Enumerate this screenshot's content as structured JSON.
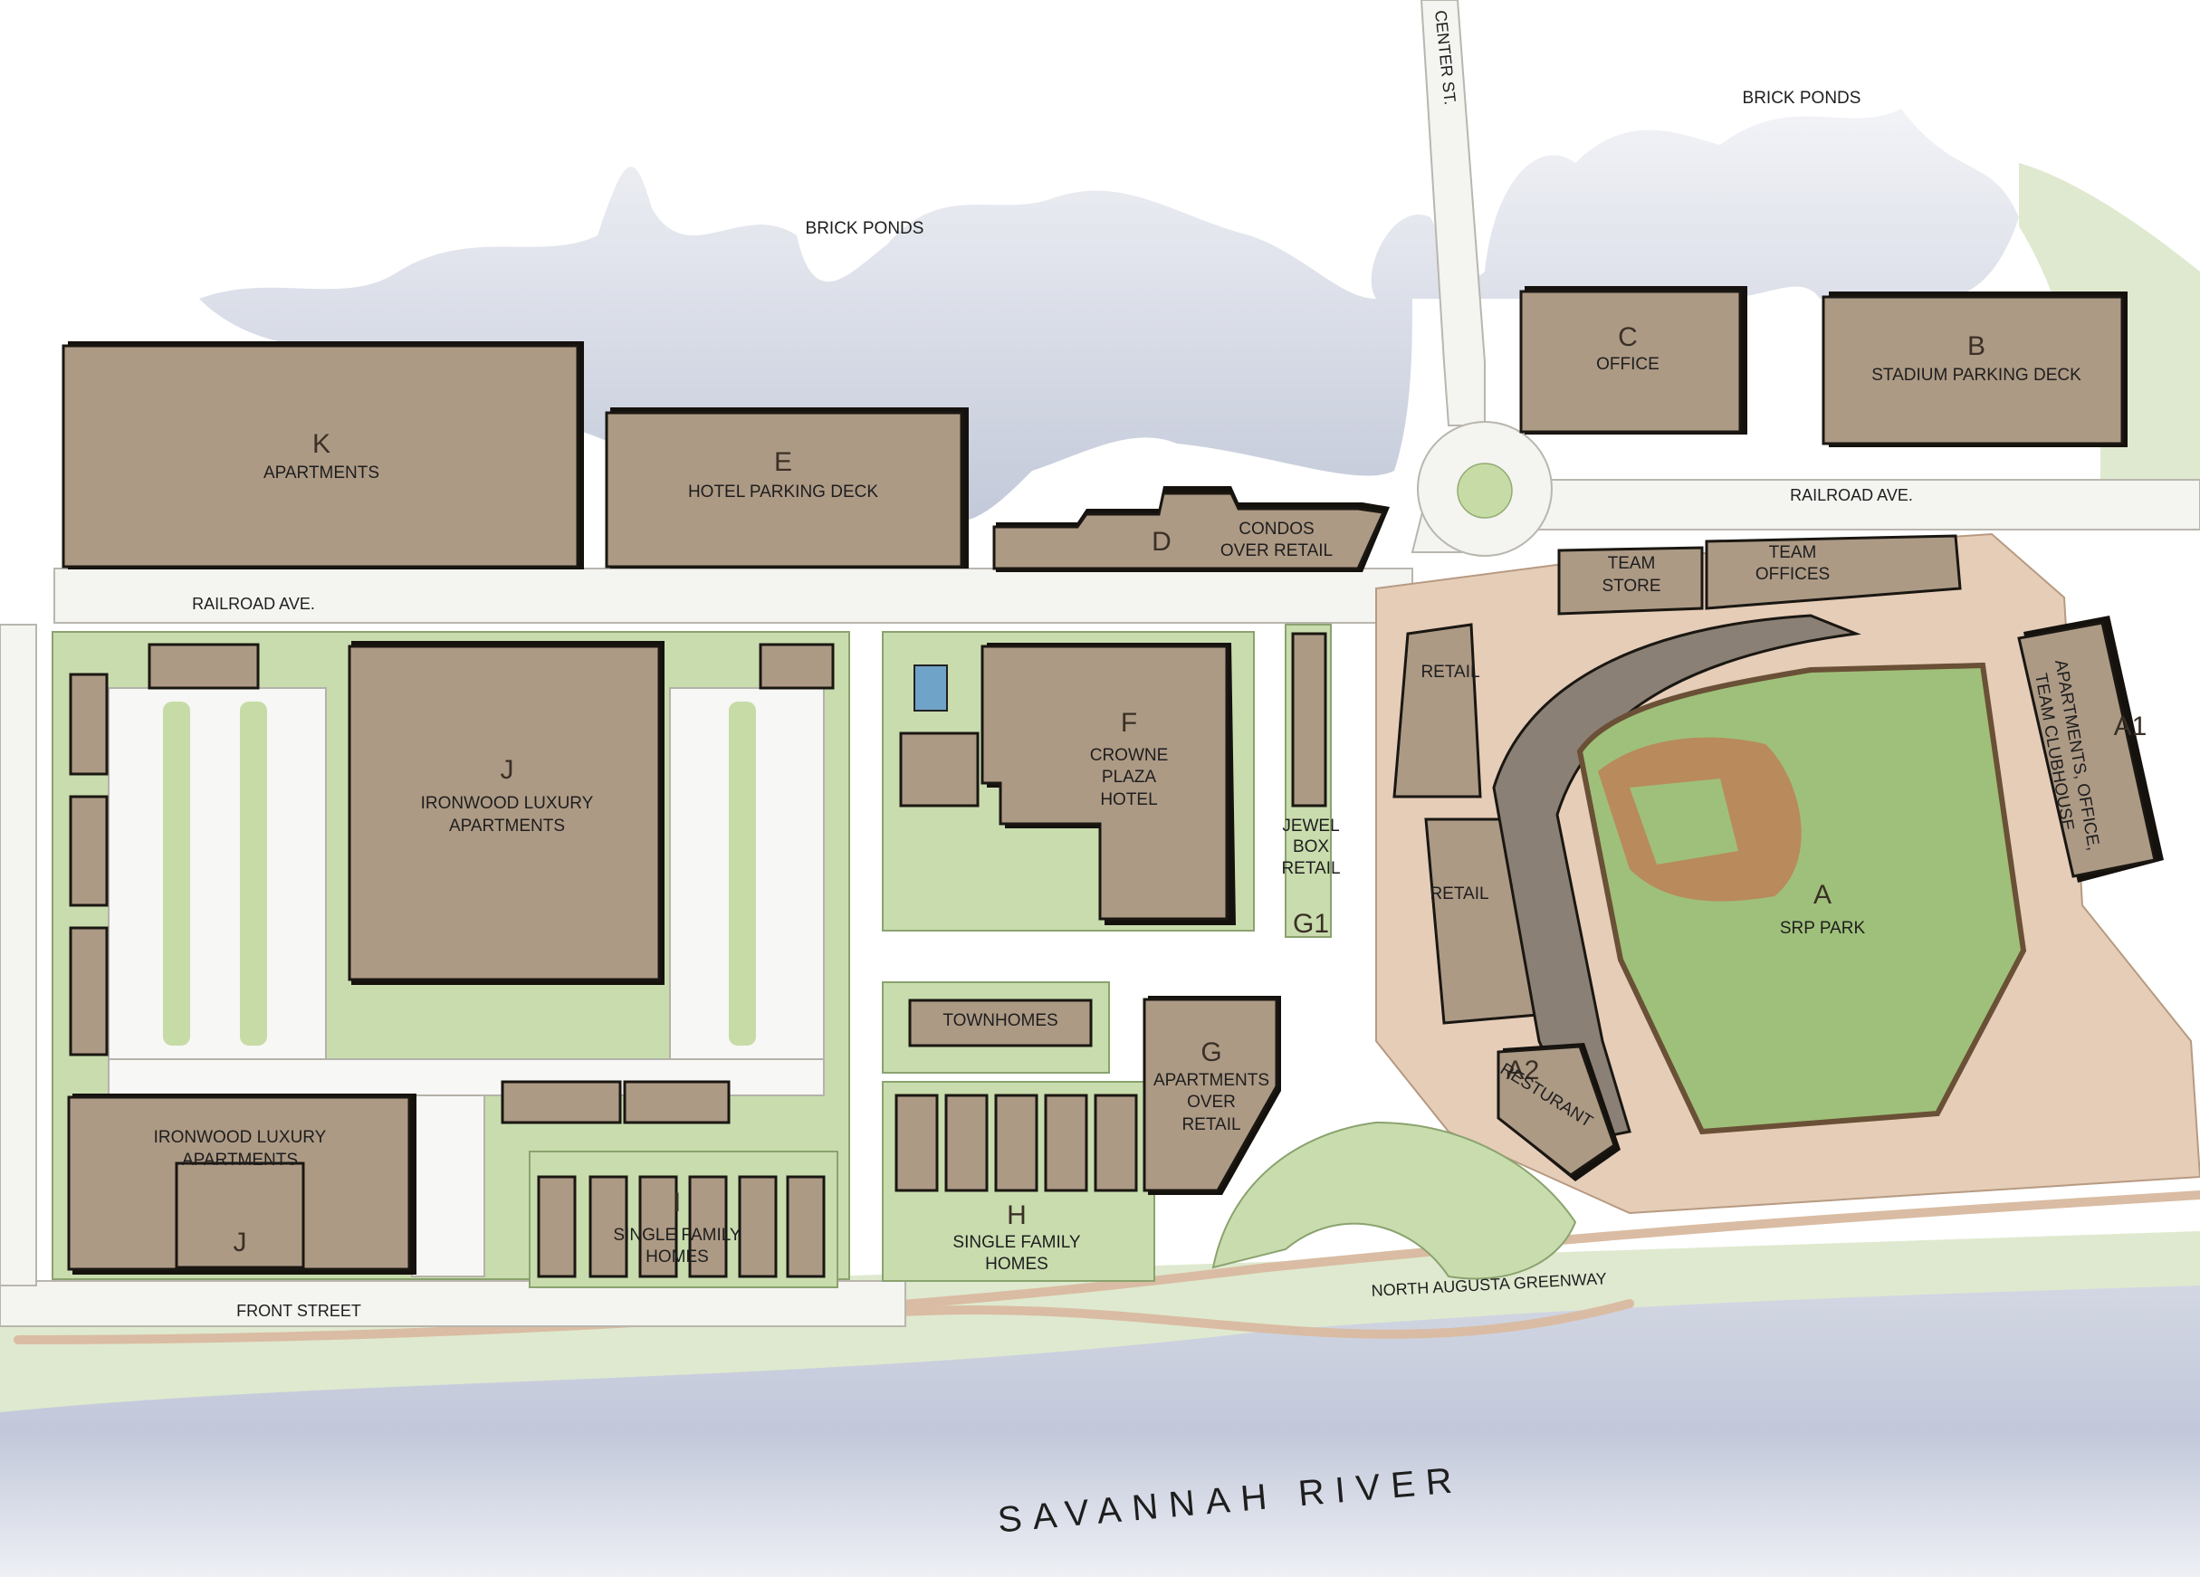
{
  "map": {
    "water_labels": {
      "brick_ponds_west": "BRICK PONDS",
      "brick_ponds_east": "BRICK PONDS",
      "river": "SAVANNAH RIVER"
    },
    "streets": {
      "center_st": "CENTER ST.",
      "railroad_ave_west": "RAILROAD AVE.",
      "railroad_ave_east": "RAILROAD AVE.",
      "front_street": "FRONT STREET",
      "greenway": "NORTH AUGUSTA GREENWAY"
    },
    "parcels": {
      "k": {
        "letter": "K",
        "label": "APARTMENTS"
      },
      "e": {
        "letter": "E",
        "label": "HOTEL PARKING DECK"
      },
      "d": {
        "letter": "D",
        "label_line1": "CONDOS",
        "label_line2": "OVER RETAIL"
      },
      "c": {
        "letter": "C",
        "label": "OFFICE"
      },
      "b": {
        "letter": "B",
        "label": "STADIUM PARKING DECK"
      },
      "j_north": {
        "letter": "J",
        "label_line1": "IRONWOOD LUXURY",
        "label_line2": "APARTMENTS"
      },
      "j_south": {
        "letter": "J",
        "label_line1": "IRONWOOD LUXURY",
        "label_line2": "APARTMENTS"
      },
      "f": {
        "letter": "F",
        "label_line1": "CROWNE",
        "label_line2": "PLAZA",
        "label_line3": "HOTEL"
      },
      "g1": {
        "letter": "G1",
        "label_line1": "JEWEL",
        "label_line2": "BOX",
        "label_line3": "RETAIL"
      },
      "retail_north": {
        "label": "RETAIL"
      },
      "retail_south": {
        "label": "RETAIL"
      },
      "team_store": {
        "label_line1": "TEAM",
        "label_line2": "STORE"
      },
      "team_offices": {
        "label_line1": "TEAM",
        "label_line2": "OFFICES"
      },
      "a1": {
        "letter": "A1",
        "label_line1": "APARTMENTS, OFFICE,",
        "label_line2": "TEAM CLUBHOUSE"
      },
      "a": {
        "letter": "A",
        "label": "SRP PARK"
      },
      "a2": {
        "letter": "A2",
        "label": "RESTURANT"
      },
      "townhomes": {
        "label": "TOWNHOMES"
      },
      "g": {
        "letter": "G",
        "label_line1": "APARTMENTS",
        "label_line2": "OVER",
        "label_line3": "RETAIL"
      },
      "h": {
        "letter": "H",
        "label_line1": "SINGLE FAMILY",
        "label_line2": "HOMES"
      },
      "i": {
        "letter": "I",
        "label_line1": "SINGLE FAMILY",
        "label_line2": "HOMES"
      }
    },
    "colors": {
      "building": "#ad9a85",
      "building_outline": "#1a1712",
      "water": "#c6ccdc",
      "lawn": "#c9dcae",
      "field": "#9fc07a",
      "infield": "#b88a5c",
      "road": "#f4f4f1",
      "path": "#d9bca3"
    }
  }
}
